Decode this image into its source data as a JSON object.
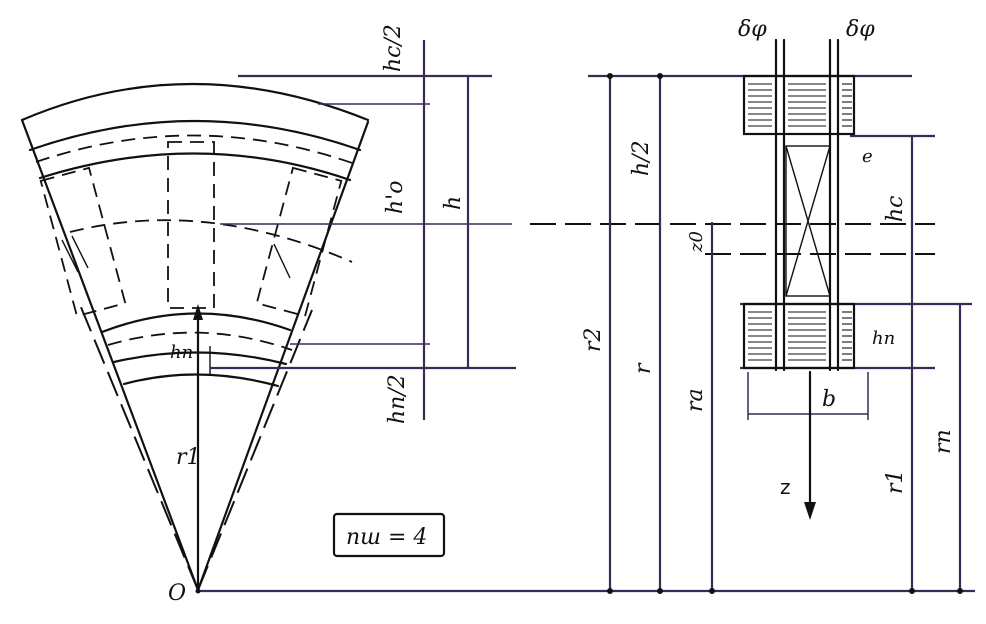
{
  "labels": {
    "hc_half": "hc/2",
    "h_prime_o": "h'o",
    "h": "h",
    "hn": "hn",
    "hn_half": "hn/2",
    "r1_left": "r1",
    "origin": "O",
    "windings": "nш = 4",
    "delta_phi_left": "δφ",
    "delta_phi_right": "δφ",
    "r2": "r2",
    "h_half": "h/2",
    "r": "r",
    "z0": "z0",
    "ra": "ra",
    "e": "e",
    "hc": "hc",
    "hn_right": "hn",
    "b": "b",
    "z": "z",
    "r1_right": "r1",
    "rn": "rn"
  }
}
